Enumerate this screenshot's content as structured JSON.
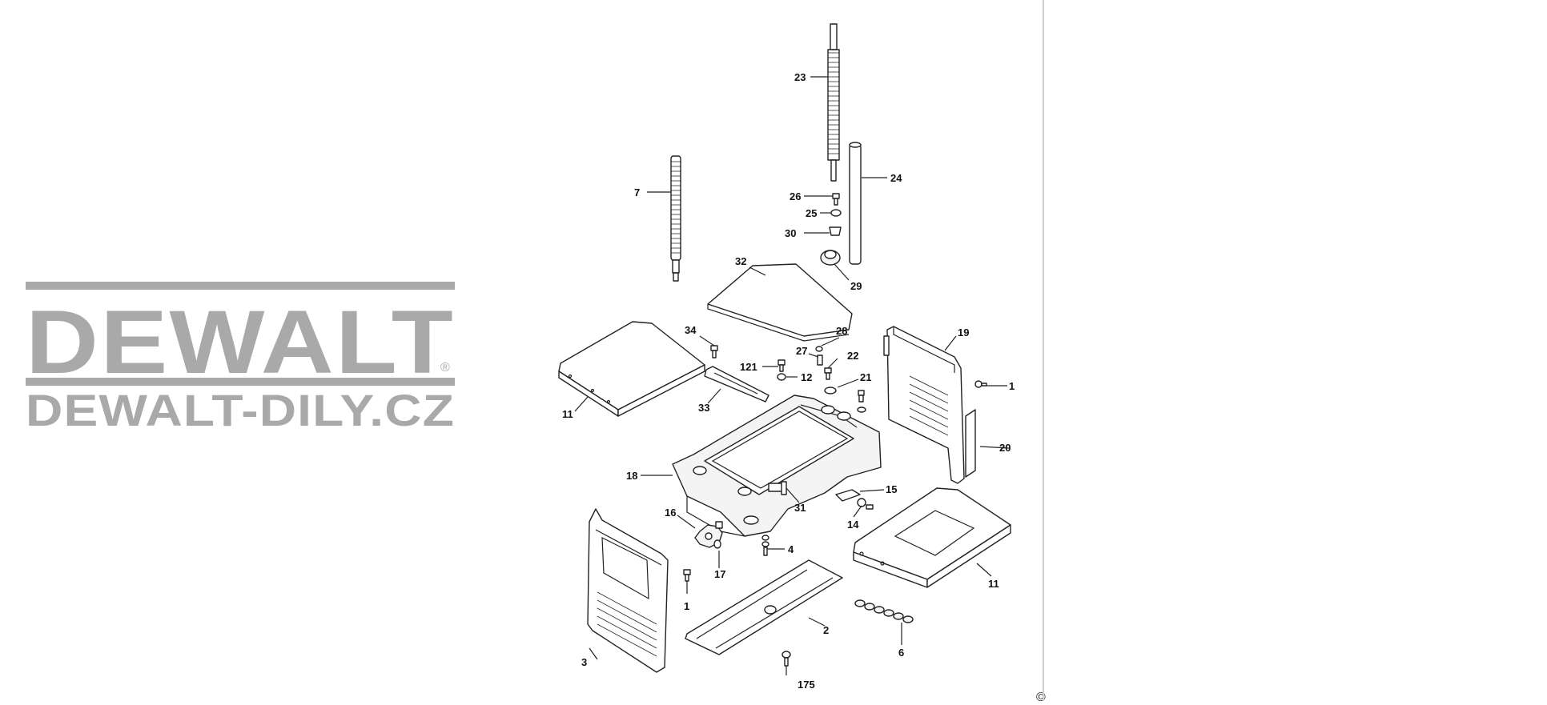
{
  "watermark": {
    "brand": "DEWALT",
    "site": "DEWALT-DILY.CZ",
    "registered_mark": "®",
    "color": "#a9a9a9"
  },
  "copyright_symbol": "©",
  "callouts": {
    "c23": "23",
    "c24": "24",
    "c7": "7",
    "c26": "26",
    "c25": "25",
    "c30": "30",
    "c29": "29",
    "c32": "32",
    "c34": "34",
    "c28": "28",
    "c27": "27",
    "c22": "22",
    "c121": "121",
    "c12": "12",
    "c21": "21",
    "c19": "19",
    "c1a": "1",
    "c11a": "11",
    "c33": "33",
    "c20": "20",
    "c18": "18",
    "c15": "15",
    "c31": "31",
    "c16": "16",
    "c14": "14",
    "c4": "4",
    "c17": "17",
    "c1b": "1",
    "c11b": "11",
    "c2": "2",
    "c6": "6",
    "c3": "3",
    "c175": "175"
  }
}
